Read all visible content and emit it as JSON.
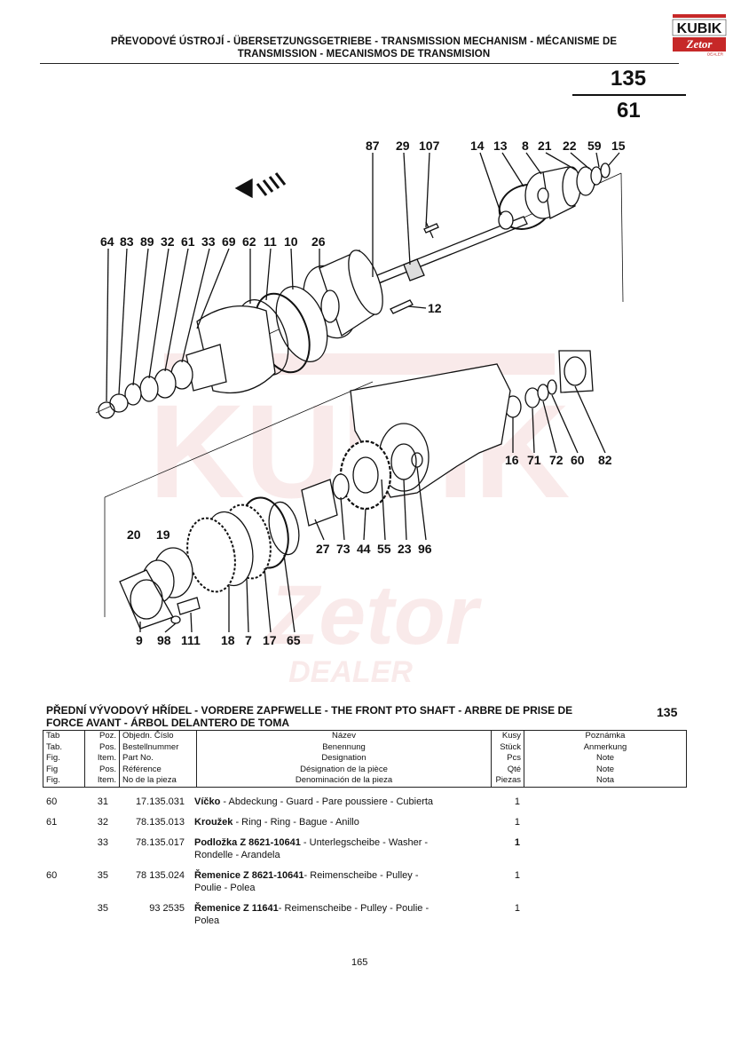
{
  "header": {
    "title_line1": "PŘEVODOVÉ ÚSTROJÍ - ÜBERSETZUNGSGETRIEBE - TRANSMISSION MECHANISM - MÉCANISME DE",
    "title_line2": "TRANSMISSION - MECANISMOS DE TRANSMISION",
    "page_top": "135",
    "page_bottom": "61"
  },
  "logo": {
    "brand": "KUBIK",
    "sub": "Zetor",
    "tag": "DEALER"
  },
  "watermark": {
    "brand": "KUBIK",
    "sub": "Zetor",
    "tag": "DEALER"
  },
  "diagram_labels": [
    {
      "id": "87",
      "t": "87"
    },
    {
      "id": "29",
      "t": "29"
    },
    {
      "id": "107",
      "t": "107"
    },
    {
      "id": "14",
      "t": "14"
    },
    {
      "id": "13",
      "t": "13"
    },
    {
      "id": "8",
      "t": "8"
    },
    {
      "id": "21",
      "t": "21"
    },
    {
      "id": "22",
      "t": "22"
    },
    {
      "id": "59",
      "t": "59"
    },
    {
      "id": "15",
      "t": "15"
    },
    {
      "id": "64",
      "t": "64"
    },
    {
      "id": "83",
      "t": "83"
    },
    {
      "id": "89",
      "t": "89"
    },
    {
      "id": "32",
      "t": "32"
    },
    {
      "id": "61",
      "t": "61"
    },
    {
      "id": "33",
      "t": "33"
    },
    {
      "id": "69",
      "t": "69"
    },
    {
      "id": "62",
      "t": "62"
    },
    {
      "id": "11",
      "t": "11"
    },
    {
      "id": "10",
      "t": "10"
    },
    {
      "id": "26",
      "t": "26"
    },
    {
      "id": "12",
      "t": "12"
    },
    {
      "id": "16",
      "t": "16"
    },
    {
      "id": "71",
      "t": "71"
    },
    {
      "id": "72",
      "t": "72"
    },
    {
      "id": "60",
      "t": "60"
    },
    {
      "id": "82",
      "t": "82"
    },
    {
      "id": "20",
      "t": "20"
    },
    {
      "id": "19",
      "t": "19"
    },
    {
      "id": "27",
      "t": "27"
    },
    {
      "id": "73",
      "t": "73"
    },
    {
      "id": "44",
      "t": "44"
    },
    {
      "id": "55",
      "t": "55"
    },
    {
      "id": "23",
      "t": "23"
    },
    {
      "id": "96",
      "t": "96"
    },
    {
      "id": "9",
      "t": "9"
    },
    {
      "id": "98",
      "t": "98"
    },
    {
      "id": "111",
      "t": "111"
    },
    {
      "id": "18",
      "t": "18"
    },
    {
      "id": "7",
      "t": "7"
    },
    {
      "id": "17",
      "t": "17"
    },
    {
      "id": "65",
      "t": "65"
    }
  ],
  "section": {
    "title_line1": "PŘEDNÍ VÝVODOVÝ HŘÍDEL - VORDERE ZAPFWELLE - THE FRONT PTO SHAFT - ARBRE DE PRISE DE",
    "title_line2": "FORCE AVANT - ÁRBOL DELANTERO DE TOMA",
    "number": "135"
  },
  "table_header": {
    "tab": [
      "Tab",
      "Tab.",
      "Fig.",
      "Fig",
      "Fig."
    ],
    "poz": [
      "Poz.",
      "Pos.",
      "Item.",
      "Pos.",
      "Item."
    ],
    "obj": [
      "Objedn. Číslo",
      "Bestellnummer",
      "Part No.",
      "Référence",
      "No de la pieza"
    ],
    "nazev": [
      "Název",
      "Benennung",
      "Designation",
      "Désignation de la pièce",
      "Denominación de la pieza"
    ],
    "kusy": [
      "Kusy",
      "Stück",
      "Pcs",
      "Qté",
      "Piezas"
    ],
    "poznamka": [
      "Poznámka",
      "Anmerkung",
      "Note",
      "Note",
      "Nota"
    ]
  },
  "rows": [
    {
      "tab": "60",
      "poz": "31",
      "obj": "17.135.031",
      "name_bold": "Víčko",
      "name_rest": " - Abdeckung - Guard - Pare poussiere - Cubierta",
      "line2": "",
      "qty": "1",
      "qty_bold": false
    },
    {
      "tab": "61",
      "poz": "32",
      "obj": "78.135.013",
      "name_bold": "Kroužek",
      "name_rest": " - Ring - Ring - Bague - Anillo",
      "line2": "",
      "qty": "1",
      "qty_bold": false
    },
    {
      "tab": "",
      "poz": "33",
      "obj": "78.135.017",
      "name_bold": "Podložka Z 8621-10641",
      "name_rest": " - Unterlegscheibe - Washer -",
      "line2": "Rondelle - Arandela",
      "qty": "1",
      "qty_bold": true
    },
    {
      "tab": "60",
      "poz": "35",
      "obj": "78 135.024",
      "name_bold": "Řemenice Z 8621-10641",
      "name_rest": "- Reimenscheibe - Pulley -",
      "line2": "Poulie  - Polea",
      "qty": "1",
      "qty_bold": false
    },
    {
      "tab": "",
      "poz": "35",
      "obj": "93 2535",
      "name_bold": "Řemenice Z 11641",
      "name_rest": "- Reimenscheibe - Pulley - Poulie  -",
      "line2": "Polea",
      "qty": "1",
      "qty_bold": false
    }
  ],
  "footer": {
    "page": "165"
  }
}
